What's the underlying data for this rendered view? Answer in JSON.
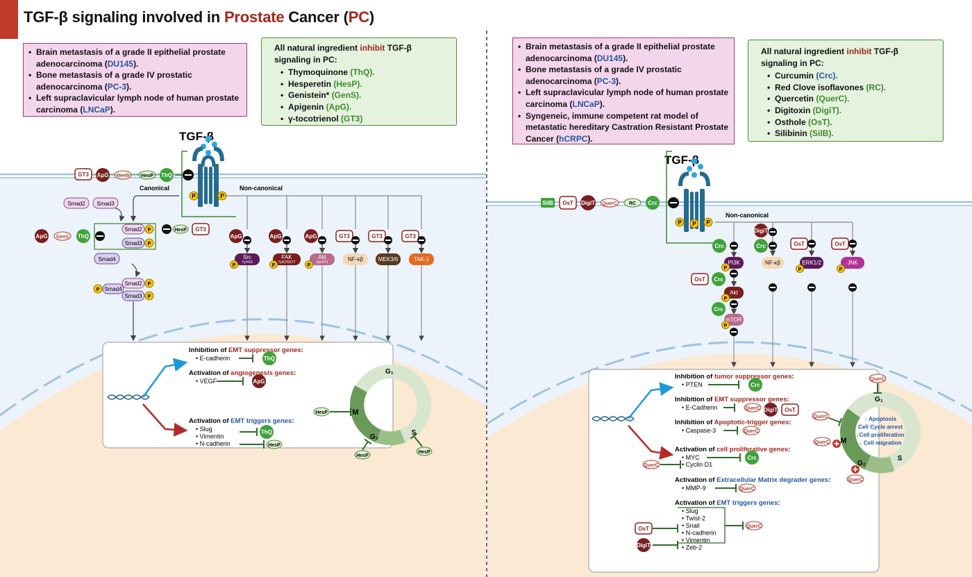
{
  "title": {
    "prefix": "TGF-β signaling involved in ",
    "highlight1": "Prostate",
    "middle": " Cancer (",
    "highlight2": "PC",
    "suffix": ")"
  },
  "left": {
    "cell_lines": [
      {
        "text": "Brain metastasis of a grade II epithelial prostate adenocarcinoma (",
        "code": "DU145",
        "end": ")."
      },
      {
        "text": "Bone metastasis of a grade IV prostatic adenocarcinoma (",
        "code": "PC-3",
        "end": ")."
      },
      {
        "text": "Left supraclavicular lymph node of human prostate carcinoma (",
        "code": "LNCaP",
        "end": ")."
      }
    ],
    "inhibitors": {
      "head_pre": "All natural ingredient ",
      "head_hl": "inhibit",
      "head_post": " TGF-β signaling in PC:",
      "items": [
        {
          "name": "Thymoquinone ",
          "code": "(ThQ)."
        },
        {
          "name": "Hesperetin ",
          "code": "(HesP)."
        },
        {
          "name": "Genistein* ",
          "code": "(GenS)."
        },
        {
          "name": "Apigenin ",
          "code": "(ApG)."
        },
        {
          "name": "γ-tocotrienol ",
          "code": "(GT3)"
        }
      ]
    },
    "ligand": "TGF-β",
    "canonical": "Canonical",
    "non_canonical": "Non-canonical",
    "membrane_drugs": [
      "GT3",
      "ApG",
      "GenS",
      "HesP",
      "ThQ"
    ],
    "smads": [
      "Smad2",
      "Smad3",
      "Smad4"
    ],
    "complex_drugs": [
      "ApG",
      "GenS",
      "ThQ",
      "HesP",
      "GT3"
    ],
    "kinases": [
      {
        "name": "Src",
        "sub": "Tyr416",
        "drug": "ApG"
      },
      {
        "name": "FAK",
        "sub": "Tyr576/577",
        "drug": "ApG"
      },
      {
        "name": "Akt",
        "sub": "Ser473",
        "drug": "ApG"
      },
      {
        "name": "NF-κβ",
        "sub": "",
        "drug": "GT3"
      },
      {
        "name": "MEK3/6",
        "sub": "",
        "drug": "GT3"
      },
      {
        "name": "TAK-1",
        "sub": "",
        "drug": "GT3"
      }
    ],
    "p": "P",
    "nucleus": {
      "g1_pre": "Inhibition of ",
      "g1_hl": "EMT suppressor genes",
      "g1_post": ":",
      "g1_genes": [
        "E-cadherin"
      ],
      "g1_drug": "ThQ",
      "g2_pre": "Activation of ",
      "g2_hl": "angiogenesis genes",
      "g2_post": ":",
      "g2_genes": [
        "VEGF"
      ],
      "g2_drug": "ApG",
      "g3_pre": "Activation of ",
      "g3_hl": "EMT triggers genes",
      "g3_post": ":",
      "g3_genes": [
        "Slug",
        "Vimentin",
        "N-cadherin"
      ],
      "g3_drugs": [
        "ThQ",
        "HesP"
      ]
    },
    "cycle": {
      "g1": "G₁",
      "s": "S",
      "g2": "G₂",
      "m": "M",
      "drug": "HesP"
    }
  },
  "right": {
    "cell_lines": [
      {
        "text": "Brain metastasis of a grade II epithelial prostate adenocarcinoma (",
        "code": "DU145",
        "end": ")."
      },
      {
        "text": "Bone metastasis of a grade IV prostatic adenocarcinoma (",
        "code": "PC-3",
        "end": ")."
      },
      {
        "text": "Left supraclavicular lymph node of human prostate carcinoma (",
        "code": "LNCaP",
        "end": ")."
      },
      {
        "text": "Syngeneic, immune competent rat model of metastatic hereditary Castration Resistant Prostate Cancer (",
        "code": "hCRPC",
        "end": ")."
      }
    ],
    "inhibitors": {
      "head_pre": "All natural ingredient ",
      "head_hl": "inhibit",
      "head_post": " TGF-β signaling in PC:",
      "items": [
        {
          "name": "Curcumin ",
          "code": "(Crc)."
        },
        {
          "name": "Red Clove isoflavones ",
          "code": "(RC)."
        },
        {
          "name": "Quercetin ",
          "code": "(QuerC)."
        },
        {
          "name": "Digitoxin ",
          "code": "(DigiT)."
        },
        {
          "name": "Osthole ",
          "code": "(OsT)."
        },
        {
          "name": "Silibinin ",
          "code": "(SilB)."
        }
      ]
    },
    "ligand": "TGF-β",
    "non_canonical": "Non-canonical",
    "membrane_drugs": [
      "SilB",
      "OsT",
      "DigiT",
      "QuerC",
      "RC",
      "Crc"
    ],
    "kinases": [
      "PI3K",
      "Akt",
      "mTOR",
      "NF-κβ",
      "ERK1/2",
      "JNK"
    ],
    "kinase_drugs": [
      "Crc",
      "DigiT",
      "OsT",
      "OsT"
    ],
    "nucleus": {
      "s1_pre": "Inhibition of ",
      "s1_hl": "tumor suppressor genes",
      "s1_post": ":",
      "s1_genes": [
        "PTEN"
      ],
      "s2_pre": "Inhibition of ",
      "s2_hl": "EMT suppressor genes",
      "s2_post": ":",
      "s2_genes": [
        "E-Cadherin"
      ],
      "s3_pre": "Inhibition of ",
      "s3_hl": "Apoptotic-trigger genes",
      "s3_post": ":",
      "s3_genes": [
        "Caspase-3"
      ],
      "s4_pre": "Activation of ",
      "s4_hl": "cell proliferative genes",
      "s4_post": ":",
      "s4_genes": [
        "MYC",
        "Cyclin D1"
      ],
      "s5_pre": "Activation of ",
      "s5_hl": "Extracellular Matrix degrader genes",
      "s5_post": ":",
      "s5_genes": [
        "MMP-9"
      ],
      "s6_pre": "Activation of ",
      "s6_hl": "EMT triggers genes",
      "s6_post": ":",
      "s6_genes": [
        "Slug",
        "Twist-2",
        "Snail",
        "N-cadherin",
        "Vimentin",
        "Zeb-2"
      ]
    },
    "cycle": {
      "g1": "G₁",
      "s": "S",
      "g2": "G₂",
      "m": "M",
      "effects": [
        "↑ Apoptosis",
        "Cell Cycle arrest",
        "↓Cell proliferation",
        "↓ Cell migration"
      ],
      "drug": "QuerC"
    }
  },
  "colors": {
    "title_red": "#a3261c",
    "code_blue": "#2257a3",
    "code_green": "#3f8a2c",
    "membrane": "#9cc3e4",
    "nucleus_bg": "#fbe9d4",
    "receptor": "#256b8f",
    "drug_red": "#7a1e1e",
    "drug_green": "#3fa23a",
    "phospho": "#f5c400"
  }
}
